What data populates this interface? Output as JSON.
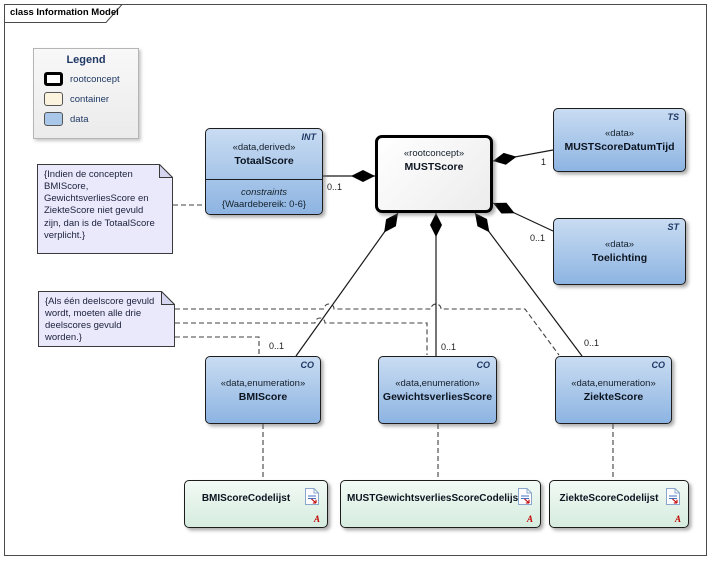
{
  "frame": {
    "title": "class Information Model"
  },
  "legend": {
    "title": "Legend",
    "items": [
      {
        "key": "rootconcept",
        "label": "rootconcept"
      },
      {
        "key": "container",
        "label": "container"
      },
      {
        "key": "data",
        "label": "data"
      }
    ]
  },
  "notes": {
    "totaalscore_constraint": "{Indien de concepten BMIScore, GewichtsverliesScore en ZiekteScore niet gevuld zijn, dan is de TotaalScore verplicht.}",
    "deelscore_constraint": "{Als één deelscore gevuld wordt, moeten alle drie deelscores gevuld worden.}"
  },
  "classes": {
    "totaalscore": {
      "tag": "INT",
      "stereotype": "«data,derived»",
      "name": "TotaalScore",
      "constraints_header": "constraints",
      "constraint": "{Waardebereik: 0-6}"
    },
    "mustscore": {
      "stereotype": "«rootconcept»",
      "name": "MUSTScore"
    },
    "mustscoredatumtijd": {
      "tag": "TS",
      "stereotype": "«data»",
      "name": "MUSTScoreDatumTijd"
    },
    "toelichting": {
      "tag": "ST",
      "stereotype": "«data»",
      "name": "Toelichting"
    },
    "bmiscore": {
      "tag": "CO",
      "stereotype": "«data,enumeration»",
      "name": "BMIScore"
    },
    "gewichtsverliesscore": {
      "tag": "CO",
      "stereotype": "«data,enumeration»",
      "name": "GewichtsverliesScore"
    },
    "ziektescore": {
      "tag": "CO",
      "stereotype": "«data,enumeration»",
      "name": "ZiekteScore"
    }
  },
  "codelists": {
    "bmi": {
      "name": "BMIScoreCodelijst",
      "marker": "A"
    },
    "gewichtsverlies": {
      "name": "MUSTGewichtsverliesScoreCodelijst",
      "marker": "A"
    },
    "ziekte": {
      "name": "ZiekteScoreCodelijst",
      "marker": "A"
    }
  },
  "multiplicities": {
    "totaalscore": "0..1",
    "mustscoredatumtijd": "1",
    "toelichting": "0..1",
    "bmiscore": "0..1",
    "gewichtsverliesscore": "0..1",
    "ziektescore": "0..1"
  },
  "icons": {
    "document": "document-icon",
    "note_fold": "note-fold-icon"
  },
  "colors": {
    "data_fill": "#a9c7e8",
    "rootconcept_fill": "#ffffff",
    "container_fill": "#fcf3de",
    "codelist_fill": "#d6ecdf",
    "note_fill": "#e9e9fb",
    "legend_text": "#1f3864",
    "marker_red": "#c00000",
    "line": "#1a1a1a"
  }
}
